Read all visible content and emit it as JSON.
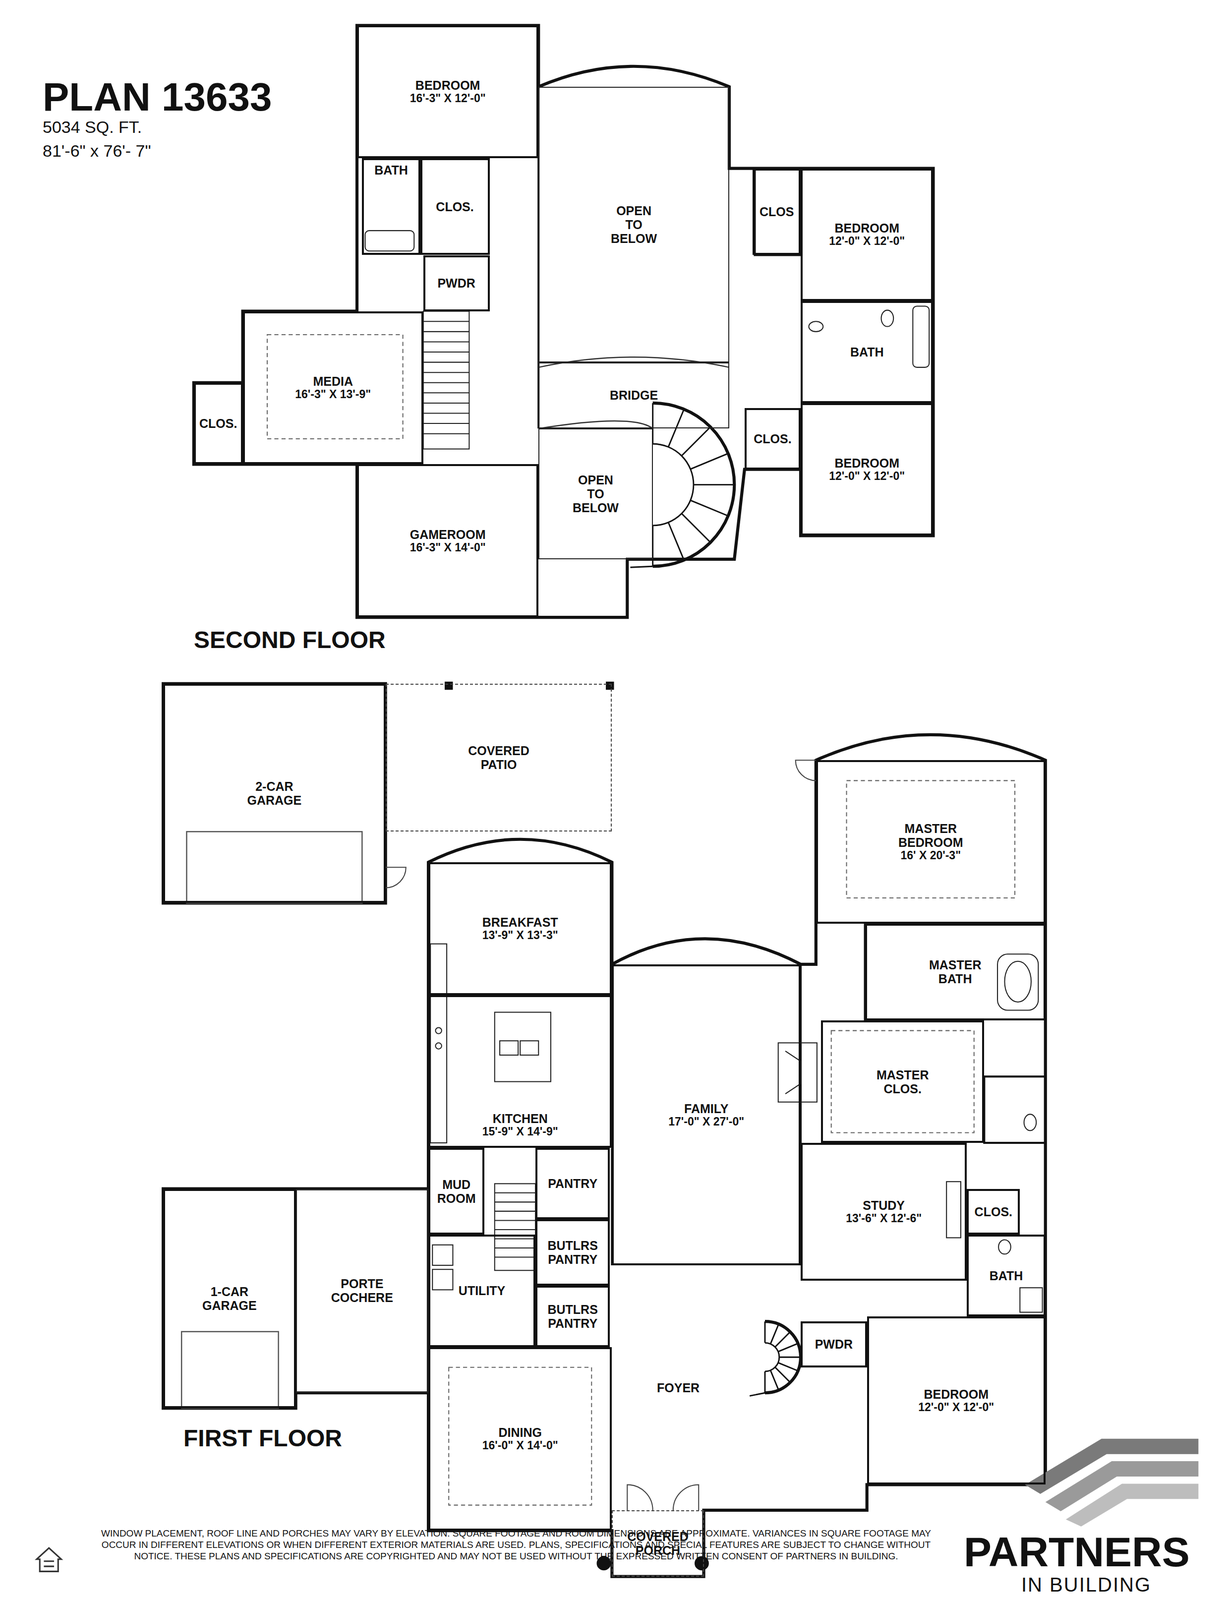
{
  "diagram": {
    "title": "PLAN 13633",
    "nodes": [
      {
        "text": [
          "BEDROOM",
          "16'-3\" X 12'-0\""
        ]
      },
      {
        "text": [
          "BATH"
        ]
      },
      {
        "text": [
          "CLOS."
        ]
      },
      {
        "text": [
          "OPEN TO BELOW"
        ]
      },
      {
        "text": [
          "CLOS"
        ]
      },
      {
        "text": [
          "BEDROOM",
          "12'-0\" X 12'-0\""
        ]
      },
      {
        "text": [
          "PWDR"
        ]
      },
      {
        "text": [
          "BATH"
        ]
      },
      {
        "text": [
          "MEDIA",
          "16'-3\" X 13'-9\""
        ]
      },
      {
        "text": [
          "CLOS."
        ]
      },
      {
        "text": [
          "BRIDGE"
        ]
      },
      {
        "text": [
          "CLOS."
        ]
      },
      {
        "text": [
          "BEDROOM",
          "12'-0\" X 12'-0\""
        ]
      },
      {
        "text": [
          "OPEN TO BELOW"
        ]
      },
      {
        "text": [
          "GAMEROOM",
          "16'-3\" X 14'-0\""
        ]
      },
      {
        "text": [
          "2-CAR GARAGE"
        ]
      },
      {
        "text": [
          "COVERED PATIO"
        ]
      },
      {
        "text": [
          "BREAKFAST",
          "13'-9\" X 13'-3\""
        ]
      },
      {
        "text": [
          "MASTER BEDROOM",
          "16' X 20'-3\""
        ]
      },
      {
        "text": [
          "MASTER BATH"
        ]
      },
      {
        "text": [
          "KITCHEN",
          "15'-9\" X 14'-9\""
        ]
      },
      {
        "text": [
          "FAMILY",
          "17'-0\" X 27'-0\""
        ]
      },
      {
        "text": [
          "MASTER CLOS."
        ]
      },
      {
        "text": [
          "PANTRY"
        ]
      },
      {
        "text": [
          "MUD ROOM"
        ]
      },
      {
        "text": [
          "STUDY",
          "13'-6\" X 12'-6\""
        ]
      },
      {
        "text": [
          "CLOS."
        ]
      },
      {
        "text": [
          "BUTLRS PANTRY"
        ]
      },
      {
        "text": [
          "1-CAR GARAGE"
        ]
      },
      {
        "text": [
          "PORTE COCHERE"
        ]
      },
      {
        "text": [
          "UTILITY"
        ]
      },
      {
        "text": [
          "BATH"
        ]
      },
      {
        "text": [
          "BUTLRS PANTRY"
        ]
      },
      {
        "text": [
          "FOYER"
        ]
      },
      {
        "text": [
          "PWDR"
        ]
      },
      {
        "text": [
          "BEDROOM",
          "12'-0\" X 12'-0\""
        ]
      },
      {
        "text": [
          "DINING",
          "16'-0\" X 14'-0\""
        ]
      },
      {
        "text": [
          "COVERED PORCH"
        ]
      }
    ],
    "labels": [
      "5034 SQ. FT.",
      "81'-6\" x 76'- 7\"",
      "SECOND FLOOR",
      "FIRST FLOOR",
      "WINDOW PLACEMENT, ROOF LINE AND PORCHES MAY VARY BY ELEVATION. SQUARE FOOTAGE AND ROOM DIMENSIONS ARE APPROXIMATE. VARIANCES IN SQUARE FOOTAGE MAY OCCUR IN DIFFERENT ELEVATIONS OR WHEN DIFFERENT EXTERIOR MATERIALS ARE USED. PLANS, SPECIFICATIONS AND SPECIAL FEATURES ARE SUBJECT TO CHANGE WITHOUT NOTICE. THESE PLANS AND SPECIFICATIONS ARE COPYRIGHTED AND MAY NOT BE USED WITHOUT THE EXPRESSED WRITTEN CONSENT OF PARTNERS IN BUILDING.",
      "PARTNERS",
      "IN BUILDING"
    ]
  }
}
